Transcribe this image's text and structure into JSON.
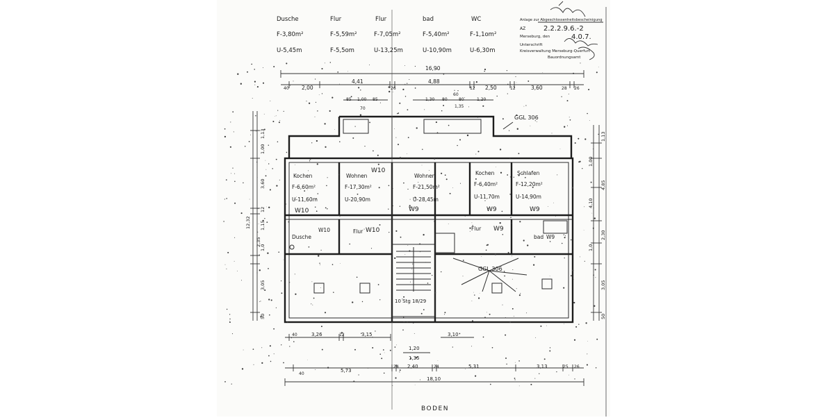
{
  "header": {
    "columns": [
      {
        "name": "Dusche",
        "area": "F-3,80m²",
        "perimeter": "U-5,45m"
      },
      {
        "name": "Flur",
        "area": "F-5,59m²",
        "perimeter": "F-5,5om"
      },
      {
        "name": "Flur",
        "area": "F-7,05m²",
        "perimeter": "U-13,25m"
      },
      {
        "name": "bad",
        "area": "F-5,40m²",
        "perimeter": "U-10,90m"
      },
      {
        "name": "WC",
        "area": "F-1,1om²",
        "perimeter": "U-6,30m"
      }
    ]
  },
  "stamp": {
    "line1": "Anlage zur Abgeschlossenheitsbescheinigung",
    "az_label": "AZ",
    "az_value": "2.2.2.9.6.-2",
    "place": "Merseburg, den",
    "date": "4.0.7.",
    "signature_label": "Unterschrift",
    "authority": "Kreisverwaltung Merseburg-Querfurt",
    "office": "Bauordnungsamt"
  },
  "dimensions": {
    "top_total": "16,90",
    "top_row": [
      "40",
      "2,00",
      "4,41",
      "26",
      "4,88",
      "12",
      "2,50",
      "12",
      "3,60",
      "28",
      "26"
    ],
    "top_sub": [
      "85",
      "1,00",
      "85",
      "70",
      "1,30",
      "80",
      "1,20",
      "80",
      "60",
      "1,35"
    ],
    "left_side": [
      "1,13",
      "1,00",
      "3,60",
      "12",
      "1,15",
      "2,35",
      "1,0",
      "3,05",
      "50"
    ],
    "left_total": "12,32",
    "right_side": [
      "1,13",
      "1,00",
      "4,85",
      "4,10",
      "2,30",
      "1,0",
      "3,05",
      "50"
    ],
    "bottom_row1": [
      "40",
      "3,26",
      "12",
      "3,15",
      "3,10"
    ],
    "bottom_mid": [
      "1,20",
      "1,35"
    ],
    "bottom_row2": [
      "40",
      "5,73",
      "24",
      "2,40",
      "24",
      "5,31",
      "3,13",
      "25",
      "26"
    ],
    "bottom_total": "18,10"
  },
  "rooms": [
    {
      "name": "Kochen",
      "area": "F-6,60m²",
      "perimeter": "U-11,60m",
      "window": "W10"
    },
    {
      "name": "Wohnen",
      "area": "F-17,30m²",
      "perimeter": "U-20,90m",
      "window": "W10"
    },
    {
      "name": "Wohnen",
      "area": "F-21,50m²",
      "perimeter": "U-28,45m",
      "window": "W9"
    },
    {
      "name": "Kochen",
      "area": "F-6,40m²",
      "perimeter": "U-11,70m",
      "window": "W9"
    },
    {
      "name": "Schlafen",
      "area": "F-12,20m²",
      "perimeter": "U-14,90m",
      "window": "W9"
    }
  ],
  "lower_rooms": {
    "dusche": "Dusche",
    "dusche_tag": "W10",
    "flur_left": "Flur",
    "flur_left_tag": "W10",
    "flur_right": "Flur",
    "flur_right_tag": "W9",
    "bad": "bad",
    "bad_tag": "W9"
  },
  "annotations": {
    "ggl_top": "GGL 306",
    "ggl_mid": "GGL 306",
    "stairs": "10 Stg 18/29",
    "floor_label": "BODEN"
  }
}
